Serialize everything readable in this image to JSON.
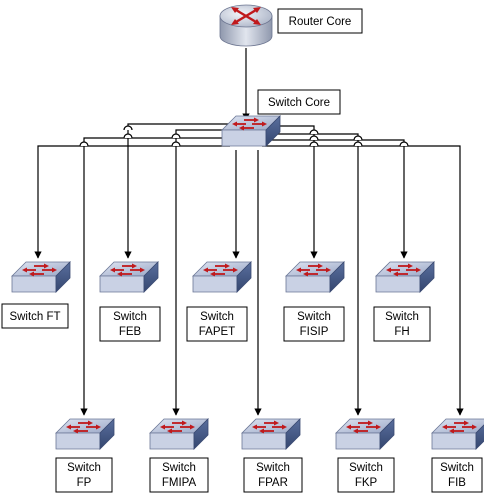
{
  "router": {
    "label": "Router Core"
  },
  "core_switch": {
    "label": "Switch Core"
  },
  "switches": [
    {
      "id": "ft",
      "lines": [
        "Switch FT"
      ]
    },
    {
      "id": "feb",
      "lines": [
        "Switch",
        "FEB"
      ]
    },
    {
      "id": "fapet",
      "lines": [
        "Switch",
        "FAPET"
      ]
    },
    {
      "id": "fisip",
      "lines": [
        "Switch",
        "FISIP"
      ]
    },
    {
      "id": "fh",
      "lines": [
        "Switch",
        "FH"
      ]
    },
    {
      "id": "fp",
      "lines": [
        "Switch",
        "FP"
      ]
    },
    {
      "id": "fmipa",
      "lines": [
        "Switch",
        "FMIPA"
      ]
    },
    {
      "id": "fpar",
      "lines": [
        "Switch",
        "FPAR"
      ]
    },
    {
      "id": "fkp",
      "lines": [
        "Switch",
        "FKP"
      ]
    },
    {
      "id": "fib",
      "lines": [
        "Switch",
        "FIB"
      ]
    }
  ],
  "colors": {
    "line": "#000000",
    "device_top": "#b9c3dc",
    "device_side": "#4a5f8f",
    "arrow_red": "#c0191c",
    "router_top": "#c5cbd8",
    "router_side": "#8d96ab"
  },
  "icons": {
    "router": "router-icon",
    "switch": "network-switch-icon"
  }
}
